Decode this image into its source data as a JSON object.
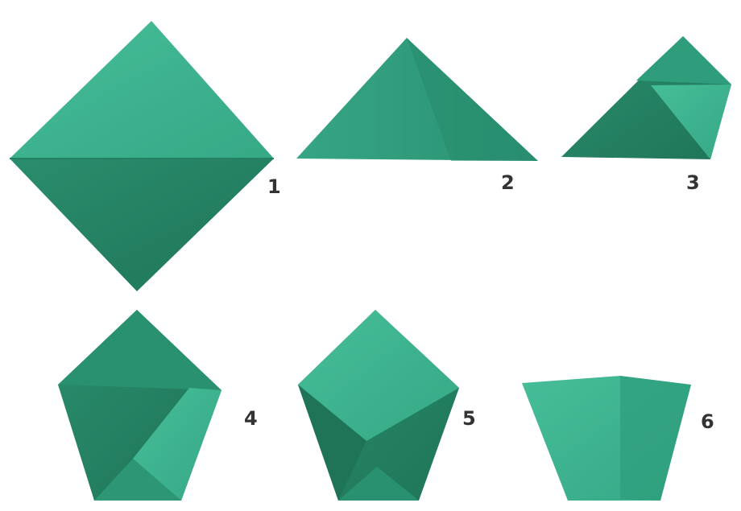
{
  "diagram": {
    "colors": {
      "light": "#3fb592",
      "mid": "#2e9e7b",
      "dark": "#227f62",
      "darker": "#1b6d53",
      "crease": "#5fc9a6",
      "label": "#333333"
    },
    "steps": [
      {
        "label": "1"
      },
      {
        "label": "2"
      },
      {
        "label": "3"
      },
      {
        "label": "4"
      },
      {
        "label": "5"
      },
      {
        "label": "6"
      }
    ]
  }
}
